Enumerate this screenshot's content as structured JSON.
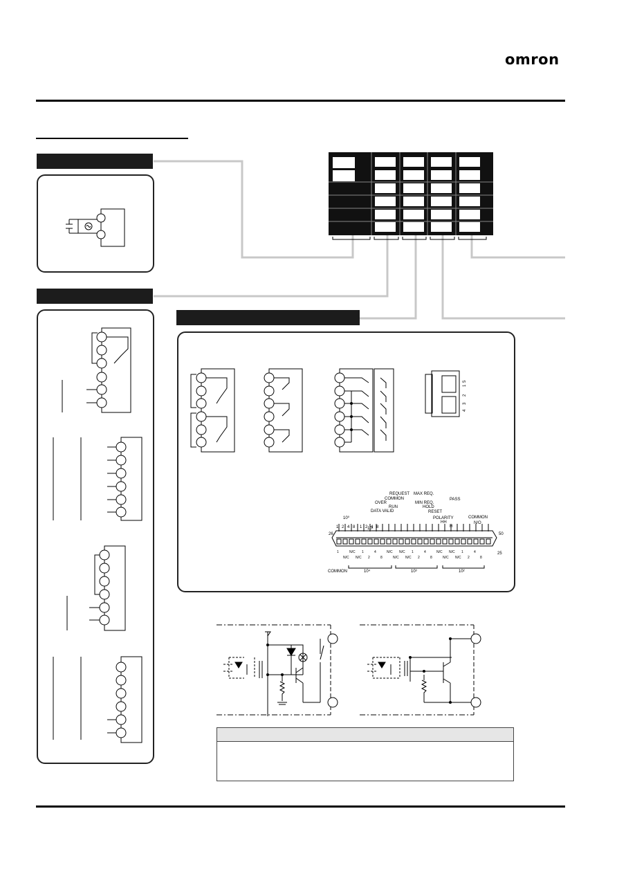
{
  "header": {
    "brand": "omron"
  },
  "connector_labels": {
    "top_numbers": {
      "left": "10⁰",
      "mid": "10¹"
    },
    "digits_a": [
      "1",
      "2",
      "4",
      "8",
      "1",
      "2",
      "4",
      "8"
    ],
    "signals": [
      "OVER",
      "DATA VALID",
      "RUN",
      "COMMON",
      "REQUEST",
      "MAX REQ.",
      "MIN REQ.",
      "HOLD",
      "RESET",
      "POLARITY",
      "HH",
      "H",
      "PASS",
      "COMMON",
      "N/O"
    ],
    "pin_start": "26",
    "pin_end": "50",
    "pin_right": "25",
    "bottom_common": "COMMON",
    "bottom_groups": [
      "10⁴",
      "10³",
      "10²"
    ],
    "bottom_digits": [
      "1",
      "N/C",
      "N/C",
      "N/C",
      "1",
      "2",
      "4",
      "8",
      "N/C",
      "N/C",
      "N/C",
      "N/C",
      "1",
      "2",
      "4",
      "8",
      "N/C",
      "N/C",
      "N/C",
      "N/C",
      "1",
      "2",
      "4",
      "8"
    ]
  },
  "terminal_connector": {
    "numbers": [
      "1",
      "2",
      "3",
      "4",
      "5"
    ]
  },
  "colors": {
    "dark_bar": "#1c1c1c",
    "wire_grey": "#c8c8c8",
    "panel_border": "#222222"
  }
}
